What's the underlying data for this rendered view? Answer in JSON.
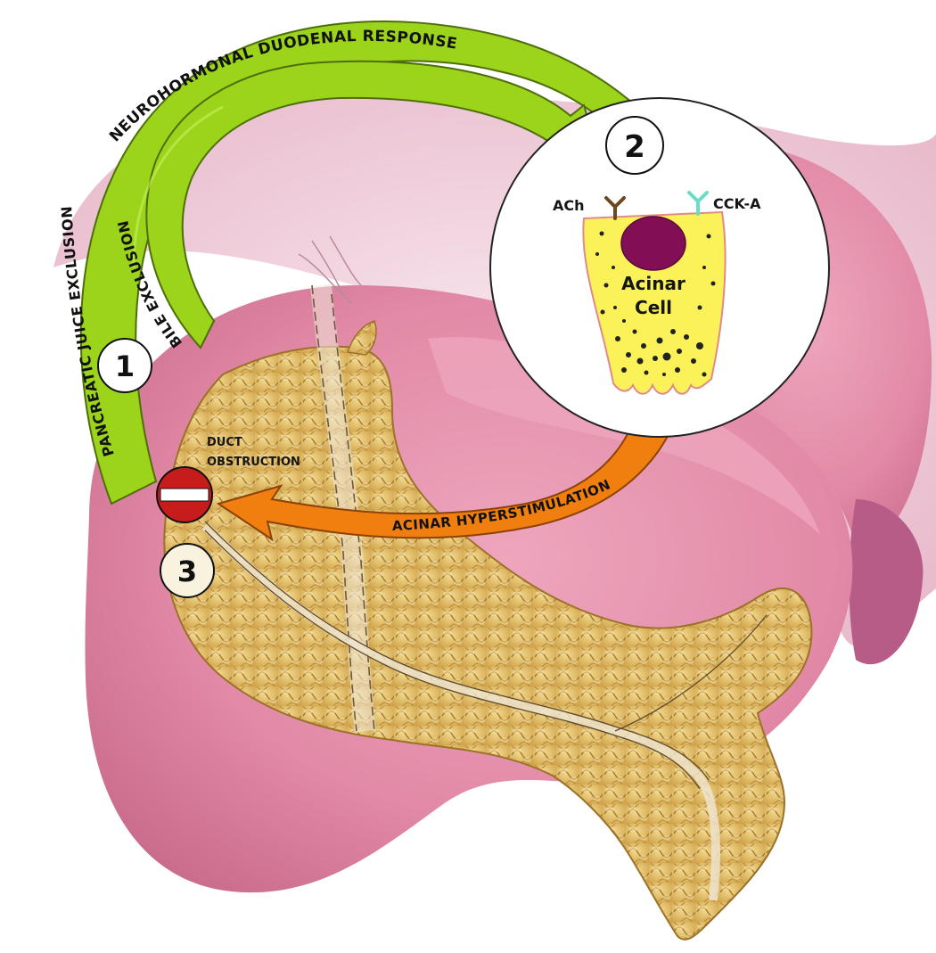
{
  "labels": {
    "neurohormonal": "NEUROHORMONAL DUODENAL RESPONSE",
    "pancreatic_juice": "PANCREATIC JUICE EXCLUSION",
    "bile": "BILE EXCLUSION",
    "acinar_hyper": "ACINAR HYPERSTIMULATION",
    "duct_obstruction_1": "DUCT",
    "duct_obstruction_2": "OBSTRUCTION",
    "ach": "ACh",
    "cck": "CCK-A",
    "acinar_1": "Acinar",
    "acinar_2": "Cell"
  },
  "steps": [
    "1",
    "2",
    "3"
  ],
  "icons": {
    "obstruction": "no-entry-icon"
  },
  "colors": {
    "green_arrow": "#9bd41a",
    "orange_arrow": "#f07f10",
    "stomach_pink": "#e592ad",
    "pancreas": "#e2c06a",
    "cell_yellow": "#fbf25a",
    "nucleus": "#820f55",
    "stop_red": "#c71c1c",
    "cck_receptor": "#68dcc4",
    "ach_receptor": "#6b4a1e"
  }
}
